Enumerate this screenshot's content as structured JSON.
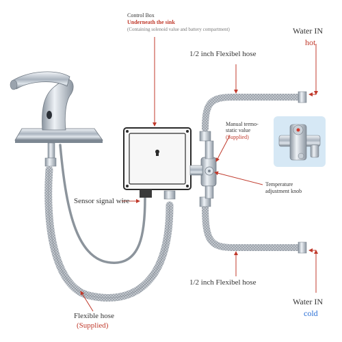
{
  "control_box": {
    "title": "Control Box",
    "subtitle": "Underneath the sink",
    "note": "(Containing solenoid value and battery compartment)"
  },
  "water_hot": {
    "label": "Water IN",
    "temp": "hot"
  },
  "water_cold": {
    "label": "Water IN",
    "temp": "cold"
  },
  "hose_top": "1/2 inch Flexibel hose",
  "hose_bottom": "1/2 inch Flexibel hose",
  "valve": {
    "line1": "Manual termo-",
    "line2": "static value",
    "supplied": "(Supplied)"
  },
  "knob": {
    "line1": "Temperature",
    "line2": "adjustment knob"
  },
  "sensor_wire": "Sensor signal wire",
  "flex_hose": {
    "label": "Flexible hose",
    "supplied": "(Supplied)"
  },
  "colors": {
    "accent_red": "#c0392b",
    "cold_blue": "#2a6fd6",
    "chrome": "#b9c2cc"
  }
}
